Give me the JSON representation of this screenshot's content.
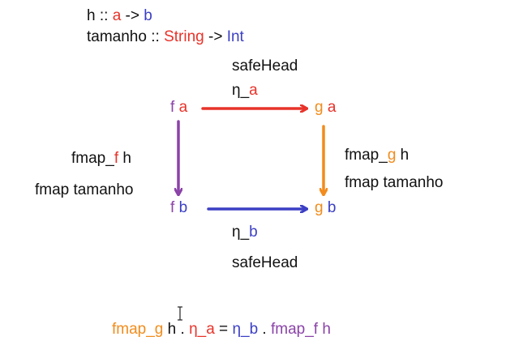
{
  "type_signatures": {
    "h_line": {
      "name": "h",
      "sep1": " :: ",
      "from": "a",
      "arrow": " -> ",
      "to": "b"
    },
    "tamanho_line": {
      "name": "tamanho",
      "sep1": " :: ",
      "from": "String",
      "arrow": " -> ",
      "to": "Int"
    }
  },
  "nodes": {
    "fa": {
      "functor": "f",
      "space": " ",
      "arg": "a"
    },
    "ga": {
      "functor": "g",
      "space": " ",
      "arg": "a"
    },
    "fb": {
      "functor": "f",
      "space": " ",
      "arg": "b"
    },
    "gb": {
      "functor": "g",
      "space": " ",
      "arg": "b"
    }
  },
  "labels": {
    "top_name": "safeHead",
    "top_eta": {
      "prefix": "η_",
      "sub": "a"
    },
    "left_fmap": {
      "prefix": "fmap_",
      "functor": "f",
      "suffix": " h"
    },
    "left_fmap2": "fmap tamanho",
    "right_fmap": {
      "prefix": "fmap_",
      "functor": "g",
      "suffix": " h"
    },
    "right_fmap2": "fmap tamanho",
    "bottom_eta": {
      "prefix": "η_",
      "sub": "b"
    },
    "bottom_name": "safeHead"
  },
  "equation": {
    "lhs_fmap": "fmap_g",
    "lhs_h": " h",
    "dot1": " . ",
    "lhs_eta": "η_a",
    "equals": " = ",
    "rhs_eta": "η_b",
    "dot2": " . ",
    "rhs_fmap": "fmap_f h"
  },
  "colors": {
    "red": "#e8332a",
    "blue": "#3b3fc4",
    "purple": "#8b43a8",
    "orange": "#f28c1c",
    "black": "#111111"
  },
  "icons": {
    "cursor": "text-cursor-icon"
  }
}
